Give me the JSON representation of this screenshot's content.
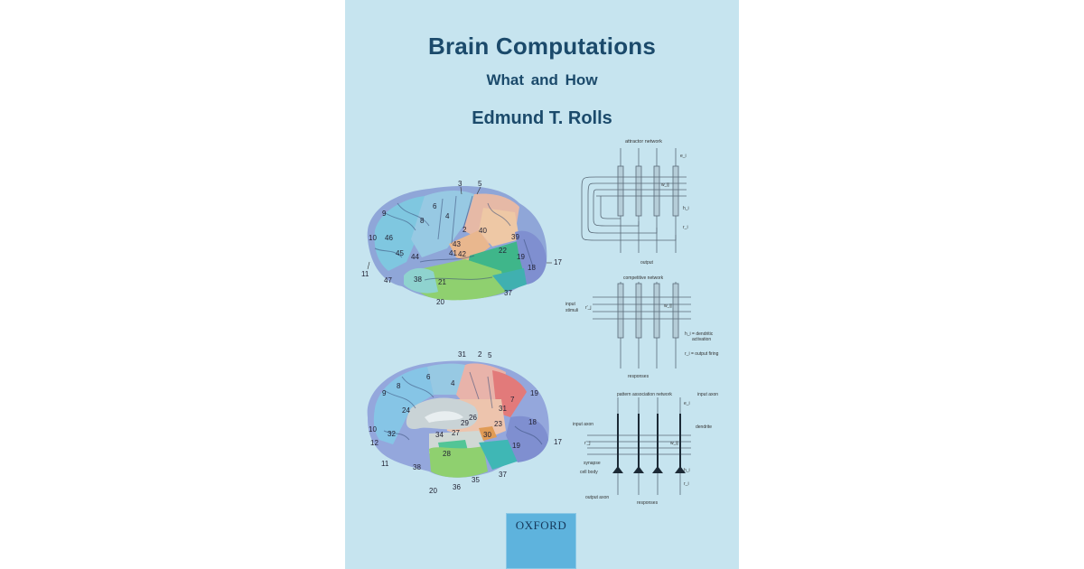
{
  "book": {
    "title": "Brain Computations",
    "subtitle": "What and How",
    "author": "Edmund T. Rolls",
    "publisher": "OXFORD"
  },
  "colors": {
    "background": "#c6e4ef",
    "title_text": "#1b4a6b",
    "publisher_box": "#5eb3dd"
  },
  "figures": {
    "lateral_brain": {
      "area_labels": [
        "3",
        "5",
        "6",
        "4",
        "9",
        "8",
        "2",
        "40",
        "10",
        "46",
        "43",
        "39",
        "45",
        "44",
        "41",
        "42",
        "22",
        "19",
        "18",
        "17",
        "11",
        "47",
        "38",
        "21",
        "37",
        "20"
      ]
    },
    "medial_brain": {
      "area_labels": [
        "31",
        "2",
        "5",
        "6",
        "8",
        "4",
        "9",
        "7",
        "19",
        "24",
        "31",
        "26",
        "29",
        "23",
        "18",
        "10",
        "32",
        "34",
        "27",
        "30",
        "17",
        "12",
        "28",
        "19",
        "11",
        "38",
        "37",
        "35",
        "36",
        "20"
      ]
    },
    "attractor_network": {
      "title": "attractor network",
      "labels": [
        "e_i",
        "w_ij",
        "h_i",
        "r_i"
      ],
      "bottom_label": "output"
    },
    "competitive_network": {
      "title": "competitive network",
      "input_label": "input stimuli",
      "labels": [
        "r'_j",
        "w_ij",
        "h_i = dendritic activation",
        "r_i = output firing"
      ],
      "bottom_label": "responses"
    },
    "pattern_association_network": {
      "title": "pattern association network",
      "labels": [
        "input axon",
        "e_i",
        "dendrite",
        "input axon",
        "r'_j",
        "w_ij",
        "synapse",
        "cell body",
        "h_i",
        "r_i",
        "output axon"
      ],
      "bottom_label": "responses"
    }
  }
}
